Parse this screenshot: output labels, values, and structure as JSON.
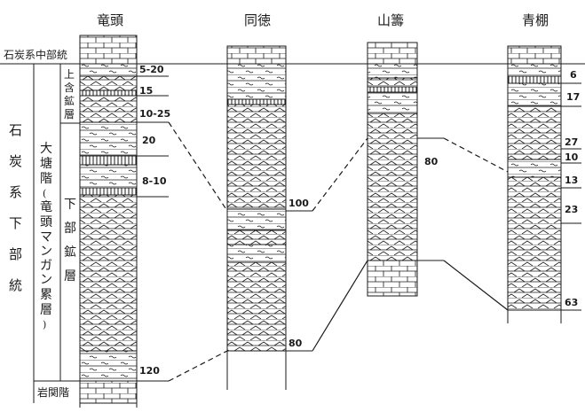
{
  "columns": [
    {
      "id": "tatsugashira",
      "name": "竜頭"
    },
    {
      "id": "dotoku",
      "name": "同徳"
    },
    {
      "id": "yamazaki",
      "name": "山籌"
    },
    {
      "id": "aodana",
      "name": "青棚"
    }
  ],
  "stratigraphy": {
    "upper_series": "石炭系中部統",
    "lower_series": [
      "石",
      "炭",
      "系",
      "下",
      "部",
      "統"
    ],
    "stage_main": [
      "大",
      "塘",
      "階",
      "(",
      "竜",
      "頭",
      "マ",
      "ン",
      "ガ",
      "ン",
      "累",
      "層",
      ")"
    ],
    "upper_ore_zone": [
      "上",
      "含",
      "鉱",
      "層"
    ],
    "lower_ore_zone": [
      "下",
      "部",
      "鉱",
      "層"
    ],
    "base_stage": "岩関階"
  },
  "thickness_labels": {
    "tatsugashira": [
      "5-20",
      "15",
      "10-25",
      "20",
      "8-10",
      "120"
    ],
    "dotoku": [
      "100",
      "80"
    ],
    "yamazaki": [
      "80"
    ],
    "aodana": [
      "6",
      "17",
      "27",
      "10",
      "13",
      "23",
      "63"
    ]
  },
  "colors": {
    "ink": "#1a1a1a",
    "background": "#ffffff"
  }
}
